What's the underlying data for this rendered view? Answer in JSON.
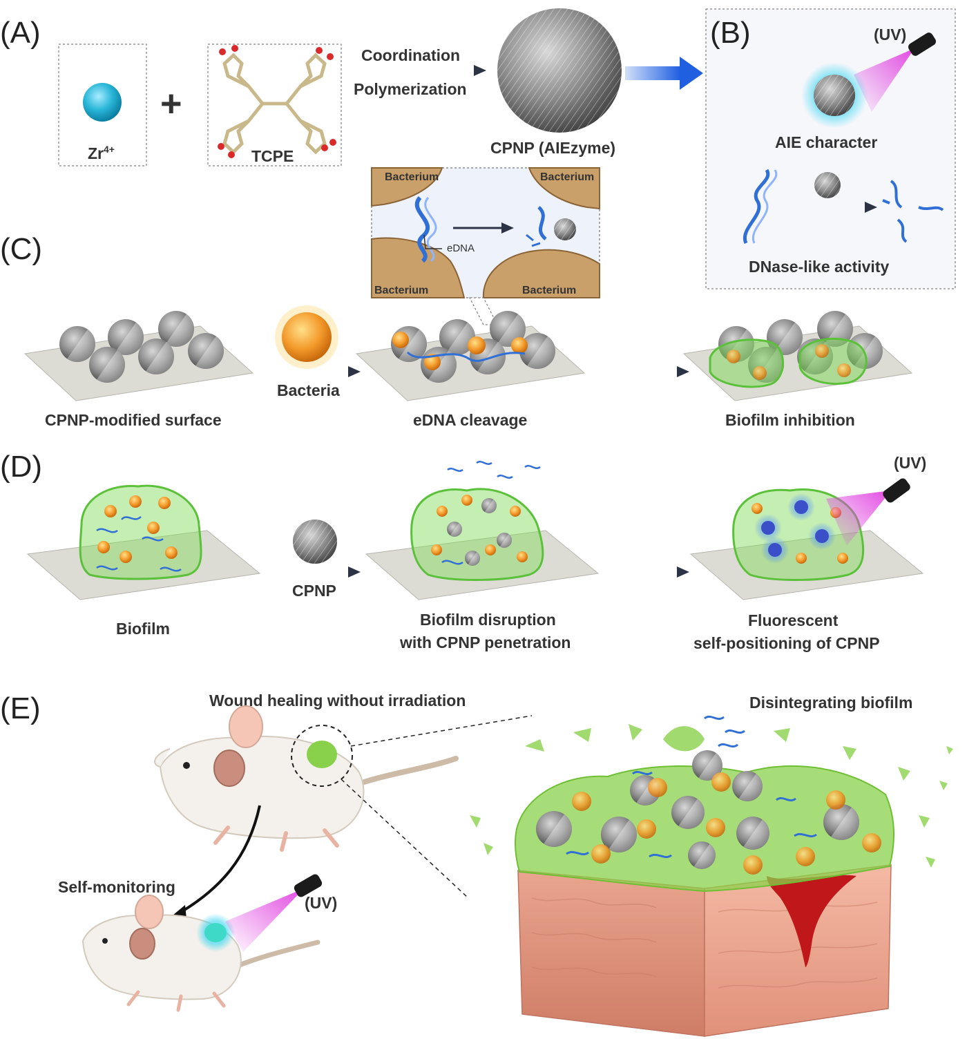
{
  "panels": {
    "a": "(A)",
    "b": "(B)",
    "c": "(C)",
    "d": "(D)",
    "e": "(E)"
  },
  "section_a": {
    "ion_label": "Zr",
    "ion_charge": "4+",
    "plus": "+",
    "ligand_label": "TCPE",
    "arrow_top": "Coordination",
    "arrow_bottom": "Polymerization",
    "product_label": "CPNP (AIEzyme)"
  },
  "section_b": {
    "uv_label": "(UV)",
    "aie_label": "AIE character",
    "dnase_label": "DNase-like activity"
  },
  "section_c": {
    "inset": {
      "bacterium_tl": "Bacterium",
      "bacterium_tr": "Bacterium",
      "bacterium_bl": "Bacterium",
      "bacterium_br": "Bacterium",
      "edna_label": "eDNA"
    },
    "step1_label": "CPNP-modified surface",
    "arrow1_label": "Bacteria",
    "step2_label": "eDNA cleavage",
    "step3_label": "Biofilm inhibition"
  },
  "section_d": {
    "step1_label": "Biofilm",
    "arrow1_label": "CPNP",
    "step2_line1": "Biofilm disruption",
    "step2_line2": "with CPNP penetration",
    "step3_line1": "Fluorescent",
    "step3_line2": "self-positioning of CPNP",
    "uv_label": "(UV)"
  },
  "section_e": {
    "wound_label": "Wound healing without irradiation",
    "monitor_label": "Self-monitoring",
    "uv_label": "(UV)",
    "biofilm_label": "Disintegrating biofilm"
  },
  "colors": {
    "ion": "#29b6d8",
    "cpnp": "#7d7d7d",
    "biofilm": "#7ed957",
    "bacteria": "#f39a2b",
    "dna": "#2f6fd6",
    "uv": "#e040e0",
    "arrow": "#2b3345",
    "blue_arrow": "#1f5fe0",
    "skin": "#e8a58e",
    "wound": "#c0181a"
  }
}
